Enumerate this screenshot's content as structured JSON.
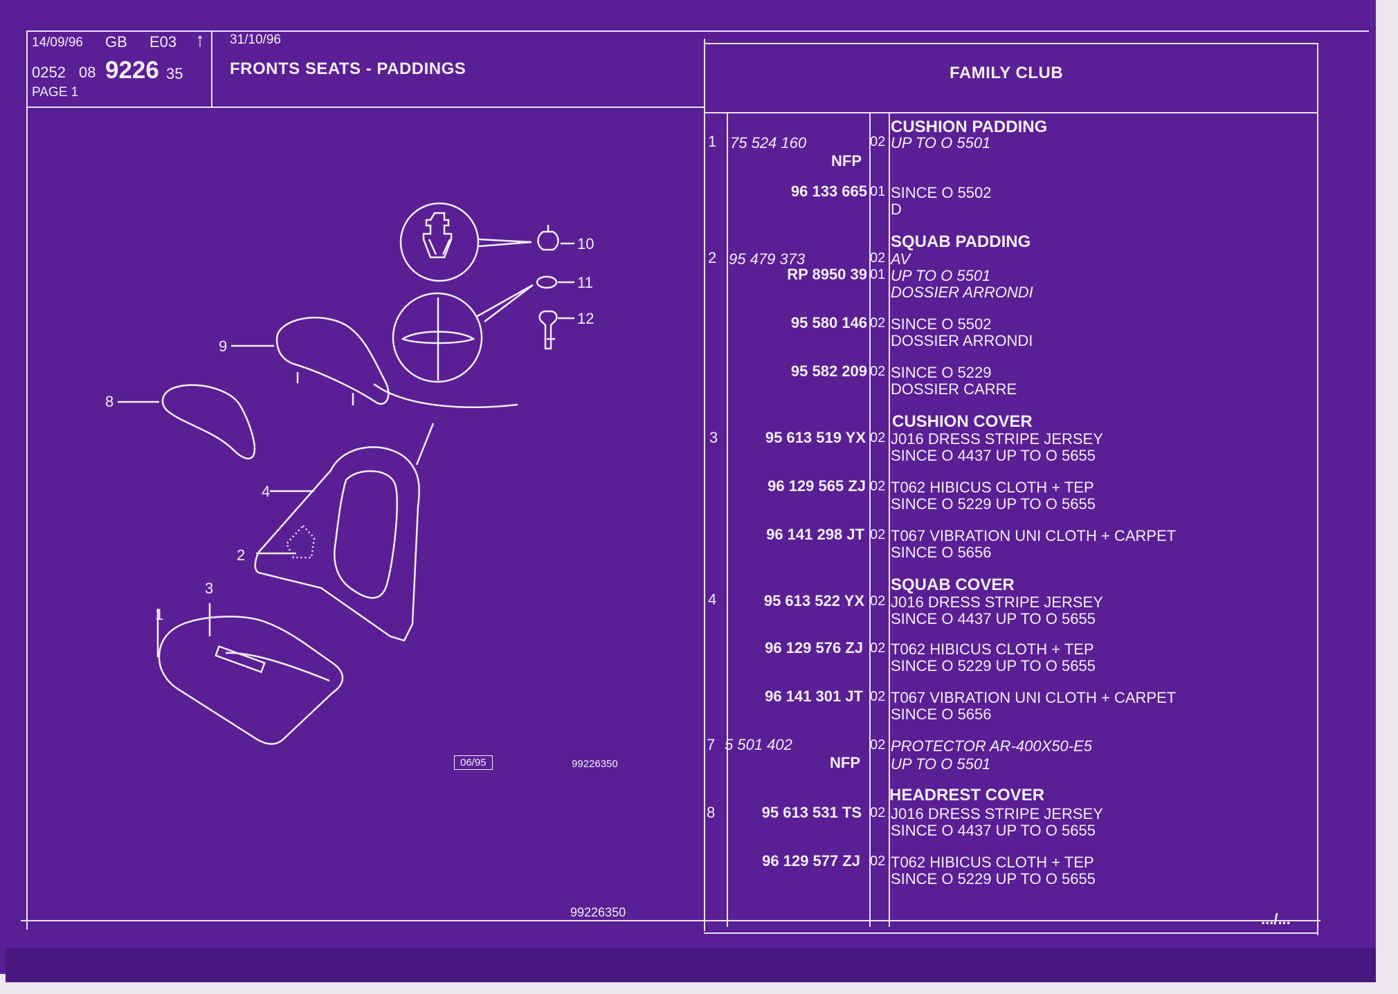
{
  "header": {
    "date1": "14/09/96",
    "lang": "GB",
    "edition": "E03",
    "date2": "31/10/96",
    "code_a": "0252",
    "code_b": "08",
    "code_main": "9226",
    "code_c": "35",
    "page": "PAGE 1",
    "title": "FRONTS SEATS - PADDINGS",
    "model": "FAMILY CLUB"
  },
  "diagram": {
    "callouts": [
      "1",
      "2",
      "3",
      "4",
      "8",
      "9",
      "10",
      "11",
      "12"
    ],
    "date_box": "06/95",
    "drawing_ref": "99226350",
    "footer_ref": "99226350"
  },
  "rows": [
    {
      "item": "1",
      "ref_it": "75 524 160",
      "qty": "02",
      "head": "CUSHION PADDING",
      "l1": "UP TO O 5501",
      "sub": "NFP"
    },
    {
      "ref": "96 133 665",
      "qty": "01",
      "l1": "SINCE O 5502",
      "l2": "D"
    },
    {
      "item": "2",
      "ref_it": "95 479 373",
      "qty": "02",
      "head": "SQUAB PADDING",
      "l1": "AV"
    },
    {
      "ref": "RP 8950 39",
      "qty": "01",
      "l1": "UP TO O 5501",
      "l2": "DOSSIER ARRONDI"
    },
    {
      "ref": "95 580 146",
      "qty": "02",
      "l1": "SINCE O 5502",
      "l2": "DOSSIER ARRONDI"
    },
    {
      "ref": "95 582 209",
      "qty": "02",
      "l1": "SINCE O 5229",
      "l2": "DOSSIER CARRE"
    },
    {
      "item": "3",
      "ref": "95 613 519 YX",
      "qty": "02",
      "head": "CUSHION COVER",
      "l1": "J016 DRESS STRIPE JERSEY",
      "l2": "SINCE O 4437 UP TO O 5655"
    },
    {
      "ref": "96 129 565 ZJ",
      "qty": "02",
      "l1": "T062 HIBICUS CLOTH + TEP",
      "l2": "SINCE O 5229 UP TO O 5655"
    },
    {
      "ref": "96 141 298 JT",
      "qty": "02",
      "l1": "T067 VIBRATION UNI CLOTH + CARPET",
      "l2": "SINCE O 5656"
    },
    {
      "item": "4",
      "ref": "95 613 522 YX",
      "qty": "02",
      "head": "SQUAB COVER",
      "l1": "J016 DRESS STRIPE JERSEY",
      "l2": "SINCE O 4437 UP TO O 5655"
    },
    {
      "ref": "96 129 576 ZJ",
      "qty": "02",
      "l1": "T062 HIBICUS CLOTH + TEP",
      "l2": "SINCE O 5229 UP TO O 5655"
    },
    {
      "ref": "96 141 301 JT",
      "qty": "02",
      "l1": "T067 VIBRATION UNI CLOTH + CARPET",
      "l2": "SINCE O 5656"
    },
    {
      "item": "7",
      "ref_it": "5 501 402",
      "qty": "02",
      "l1": "PROTECTOR AR-400X50-E5",
      "l2": "UP TO O 5501",
      "sub": "NFP"
    },
    {
      "item": "8",
      "ref": "95 613 531 TS",
      "qty": "02",
      "head": "HEADREST COVER",
      "l1": "J016 DRESS STRIPE JERSEY",
      "l2": "SINCE O 4437 UP TO O 5655"
    },
    {
      "ref": "96 129 577 ZJ",
      "qty": "02",
      "l1": "T062 HIBICUS CLOTH + TEP",
      "l2": "SINCE O 5229 UP TO O 5655"
    }
  ],
  "footer": {
    "continued": ".../..."
  },
  "colors": {
    "sheet": "#5a1f94",
    "ink": "#f2eef8"
  }
}
